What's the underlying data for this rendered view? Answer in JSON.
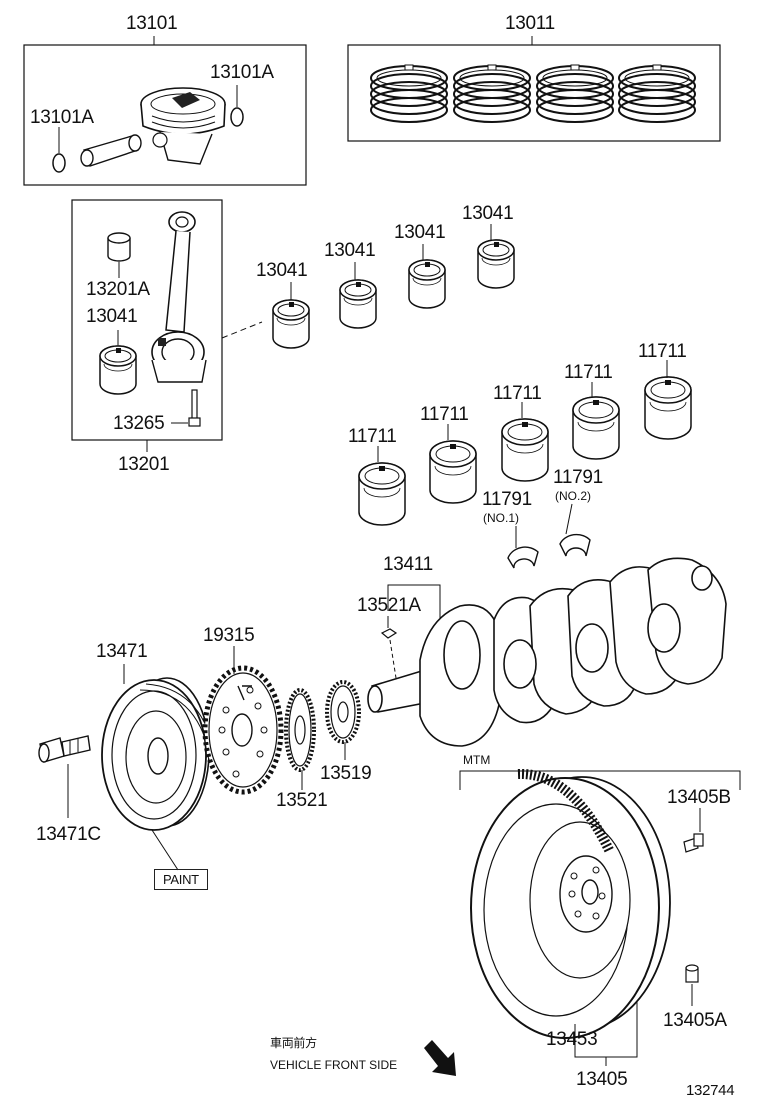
{
  "labels": {
    "piston_set": "13101",
    "snap_ring_right": "13101A",
    "snap_ring_left": "13101A",
    "piston_ring_set": "13011",
    "bushing": "13201A",
    "rod_bearing_left": "13041",
    "rod_bolt": "13265",
    "connecting_rod": "13201",
    "rod_bearing_1": "13041",
    "rod_bearing_2": "13041",
    "rod_bearing_3": "13041",
    "rod_bearing_4": "13041",
    "main_bearing_1": "11711",
    "main_bearing_2": "11711",
    "main_bearing_3": "11711",
    "main_bearing_4": "11711",
    "main_bearing_5": "11711",
    "thrust_washer_1": "11791",
    "thrust_washer_1_note": "(NO.1)",
    "thrust_washer_2": "11791",
    "thrust_washer_2_note": "(NO.2)",
    "crankshaft": "13411",
    "key": "13521A",
    "pulley": "13471",
    "pulley_bolt": "13471C",
    "paint": "PAINT",
    "timing_rotor": "19315",
    "sprocket": "13521",
    "gear": "13519",
    "mtm": "MTM",
    "flywheel_bolt": "13405B",
    "flywheel_pin": "13405A",
    "ring_gear": "13453",
    "flywheel": "13405",
    "front_jp": "車両前方",
    "front_en": "VEHICLE FRONT SIDE",
    "diagram_id": "132744"
  }
}
